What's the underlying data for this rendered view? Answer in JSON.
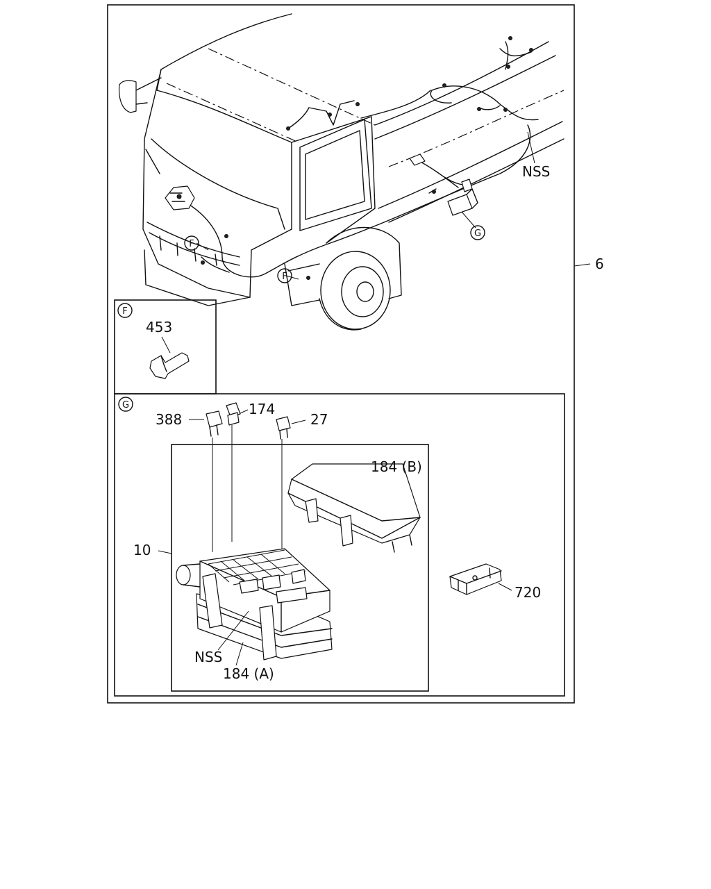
{
  "diagram": {
    "labels": {
      "assembly_number": "6",
      "harness_nss_top": "NSS",
      "callout_g_top": "G",
      "callout_f_1": "F",
      "callout_f_2": "F",
      "inset_f_tag": "F",
      "part_453": "453",
      "inset_g_tag": "G",
      "part_388": "388",
      "part_174": "174",
      "part_27": "27",
      "part_184b": "184 (B)",
      "part_10": "10",
      "part_720": "720",
      "nss_bottom": "NSS",
      "part_184a": "184 (A)"
    }
  }
}
